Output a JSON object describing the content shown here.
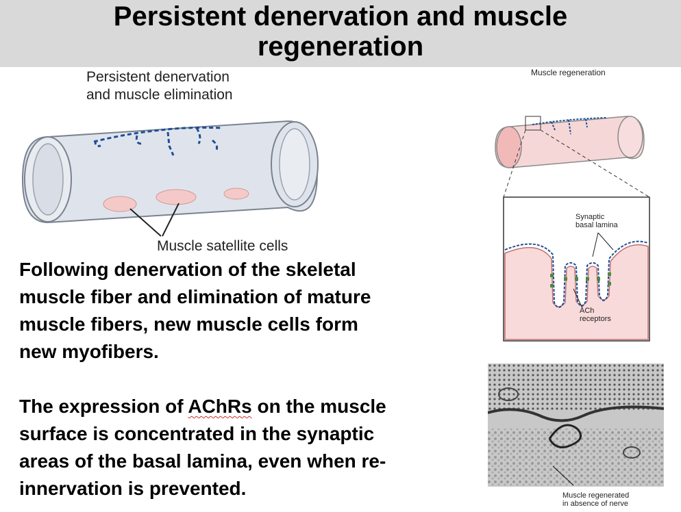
{
  "title": {
    "line1": "Persistent denervation and muscle",
    "line2": "regeneration"
  },
  "left_figure": {
    "label_line1": "Persistent denervation",
    "label_line2": "and muscle elimination",
    "satellite_label": "Muscle satellite cells"
  },
  "right_figure": {
    "top_label": "Muscle regeneration",
    "synaptic_label_line1": "Synaptic",
    "synaptic_label_line2": "basal lamina",
    "ach_label_line1": "ACh",
    "ach_label_line2": "receptors",
    "micrograph_caption_line1": "Muscle regenerated",
    "micrograph_caption_line2": "in absence of nerve"
  },
  "body": {
    "para1_lines": [
      "Following denervation of the skeletal",
      "muscle fiber and elimination of mature",
      "muscle fibers, new muscle cells form",
      "new myofibers."
    ],
    "para2_line1_pre": "The expression of ",
    "para2_line1_term": "AChRs",
    "para2_line1_post": " on the muscle",
    "para2_lines_rest": [
      "surface is concentrated in the synaptic",
      "areas of the basal lamina, even when re-",
      "innervation is prevented."
    ]
  }
}
